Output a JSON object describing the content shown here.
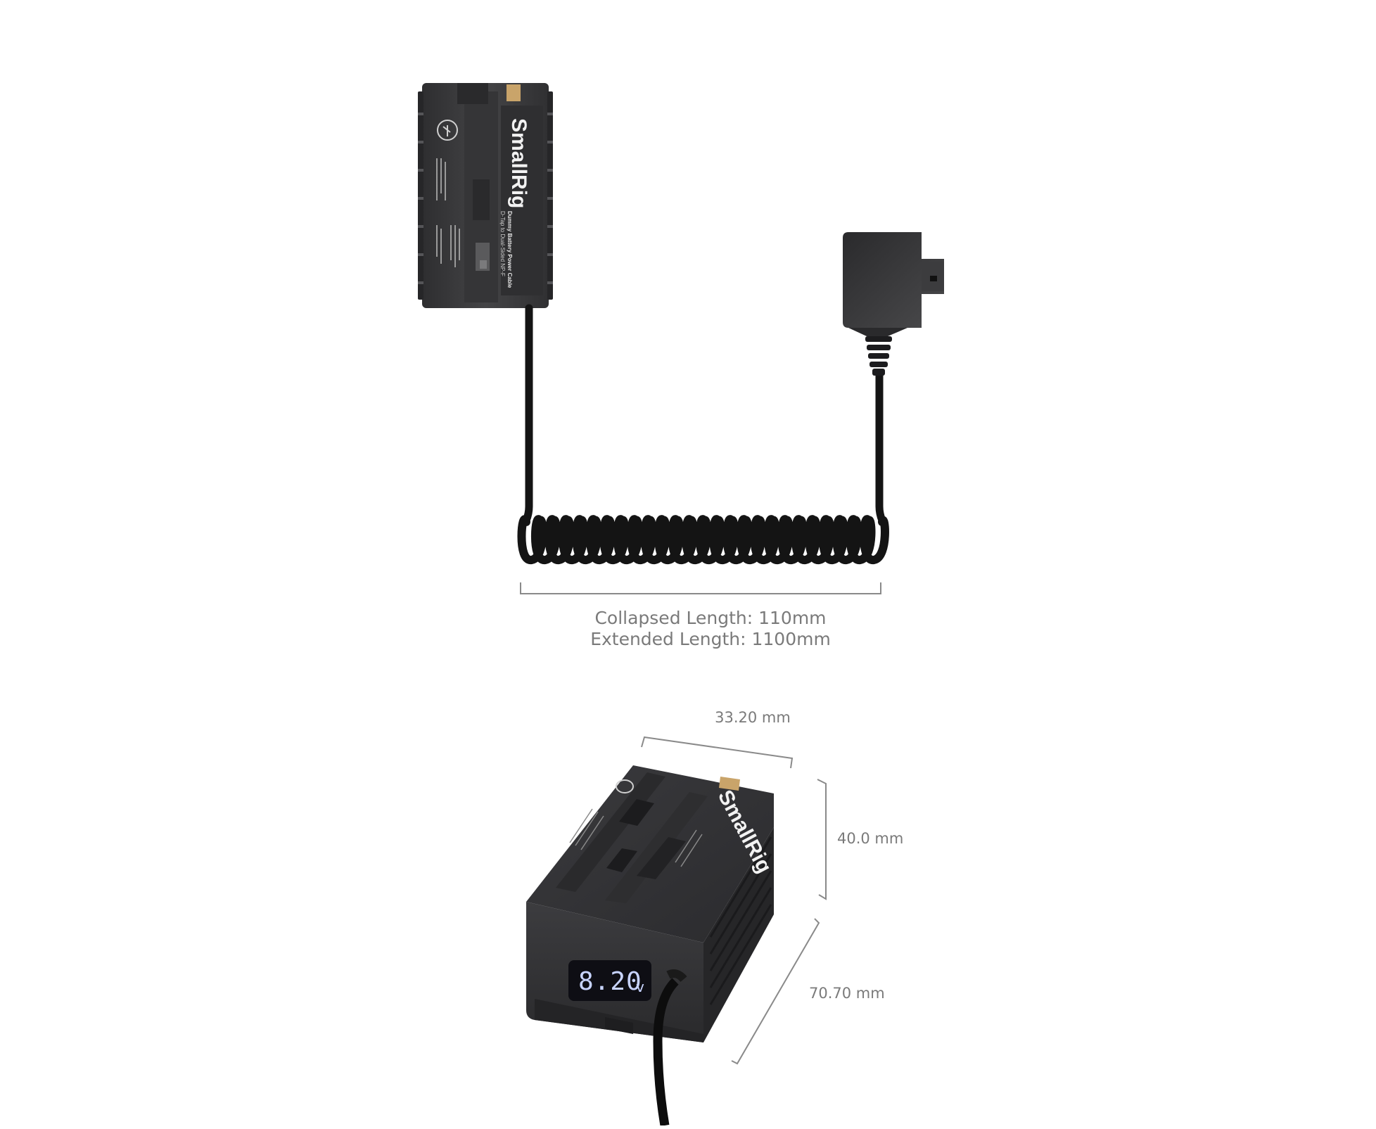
{
  "product_top": {
    "brand": "SmallRig",
    "label_lines": [
      "D-Tap to Dual-Sided NP-F",
      "Dummy Battery Power Cable"
    ]
  },
  "dimension_caption": {
    "collapsed": "Collapsed Length: 110mm",
    "extended": "Extended Length: 1100mm"
  },
  "product_bottom": {
    "brand": "SmallRig",
    "display_value": "8.20",
    "display_unit": "v",
    "width_label": "33.20 mm",
    "height_label": "40.0 mm",
    "depth_label": "70.70 mm"
  },
  "colors": {
    "background": "#ffffff",
    "body_dark": "#3a3a3c",
    "body_mid": "#4a4a4c",
    "cable": "#141414",
    "contact_gold": "#c9a46a",
    "dimension_line": "#8a8a8a",
    "lcd_text": "#c8d4ff"
  }
}
